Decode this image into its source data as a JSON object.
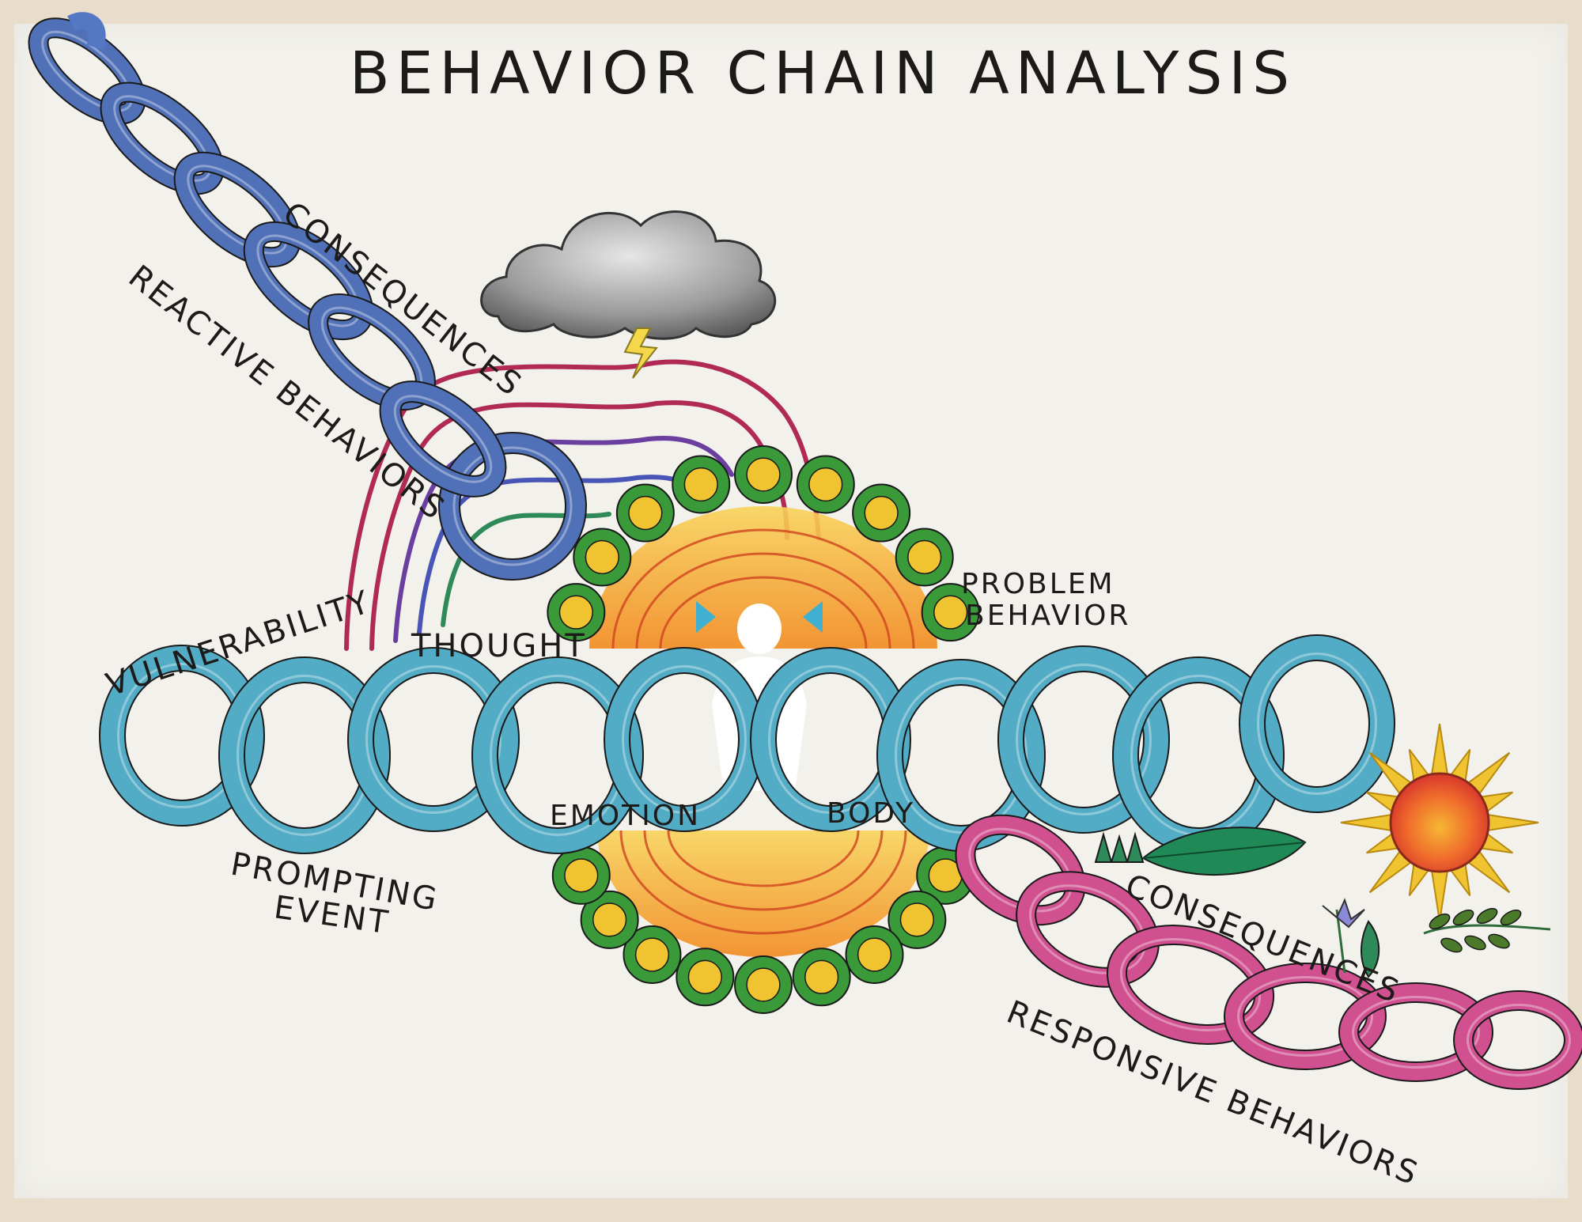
{
  "title": "BEHAVIOR  CHAIN ANALYSIS",
  "labels": {
    "consequences_top": "CONSEQUENCES",
    "reactive_behaviors": "REACTIVE BEHAVIORS",
    "vulnerability": "VULNERABILITY",
    "thought": "THOUGHT",
    "problem_behavior_line1": "PROBLEM",
    "problem_behavior_line2": "BEHAVIOR",
    "emotion": "EMOTION",
    "body": "BODY",
    "prompting_event_line1": "PROMPTING",
    "prompting_event_line2": "EVENT",
    "consequences_bottom": "CONSEQUENCES",
    "responsive_behaviors": "RESPONSIVE BEHAVIORS"
  },
  "colors": {
    "paper": "#f2f1ec",
    "mat": "#e8dccb",
    "reactive_chain": "#5578c4",
    "main_chain": "#58b8d4",
    "responsive_chain": "#e0559a",
    "storm_lines": [
      "#b02a55",
      "#6a3fa0",
      "#4a55b8",
      "#2f8a5a"
    ],
    "beads_outer": "#3a9a3a",
    "beads_inner": "#f0c431",
    "burst": "#f5a623",
    "sun": "#f0c431"
  },
  "icons": [
    "storm-cloud-icon",
    "lightning-bolt-icon",
    "sun-icon",
    "leaf-icon",
    "flower-icon",
    "sprout-icon",
    "person-silhouette-icon"
  ]
}
